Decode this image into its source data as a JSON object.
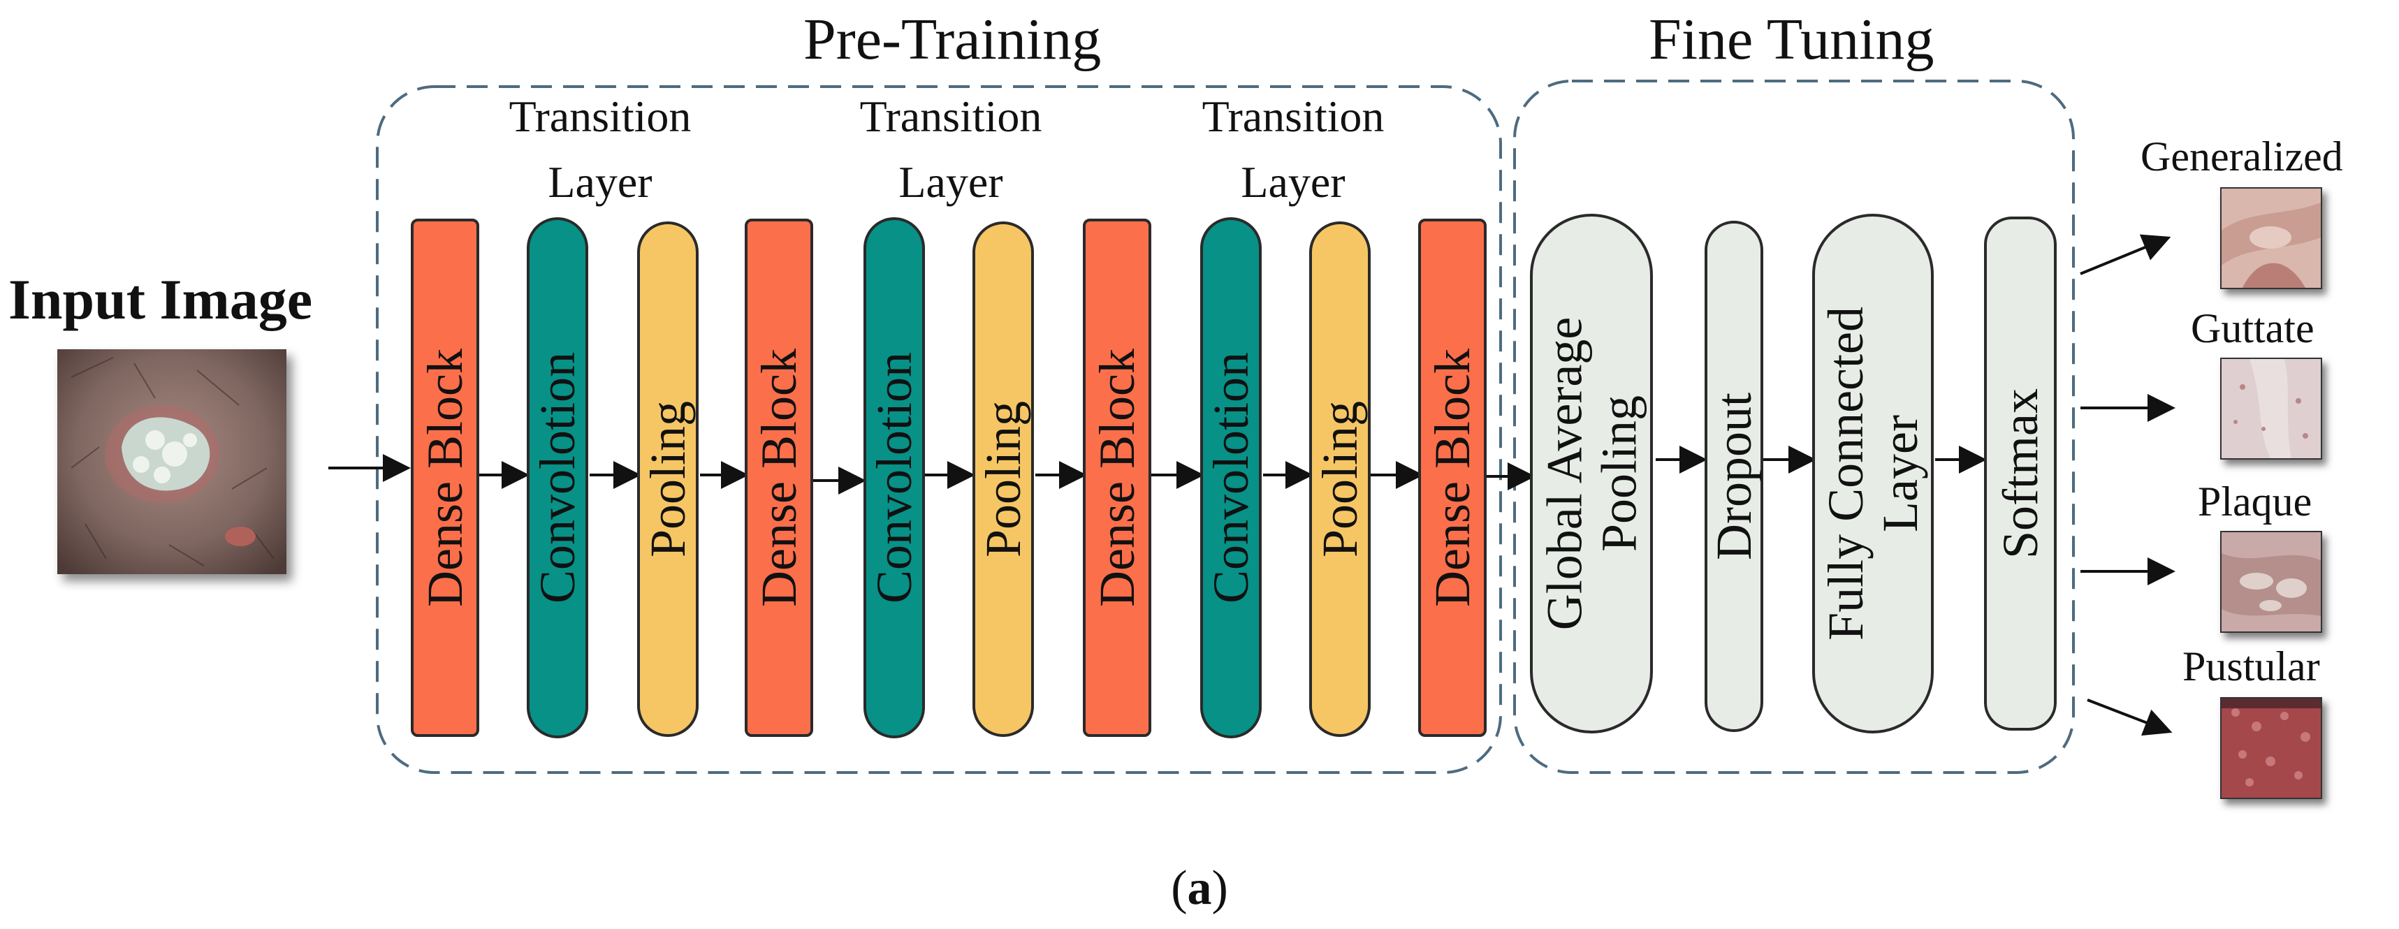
{
  "pretraining": {
    "title": "Pre-Training"
  },
  "finetuning": {
    "title": "Fine Tuning"
  },
  "transition_layer": "Transition Layer",
  "input": {
    "label": "Input Image"
  },
  "blocks": {
    "dense": "Dense Block",
    "conv": "Convolotion",
    "pool": "Pooling",
    "gap": "Global Average\nPooling",
    "dropout": "Dropout",
    "fc": "Fully Connected\nLayer",
    "softmax": "Softmax"
  },
  "classes": [
    "Generalized",
    "Guttate",
    "Plaque",
    "Pustular"
  ],
  "caption": {
    "open": "(",
    "letter": "a",
    "close": ")"
  },
  "colors": {
    "dense_block": "#fb6f4b",
    "convolution": "#079187",
    "pooling": "#f6c665",
    "fine_tuning_block": "#e7ece7",
    "dashed_border": "#4d6b80"
  }
}
